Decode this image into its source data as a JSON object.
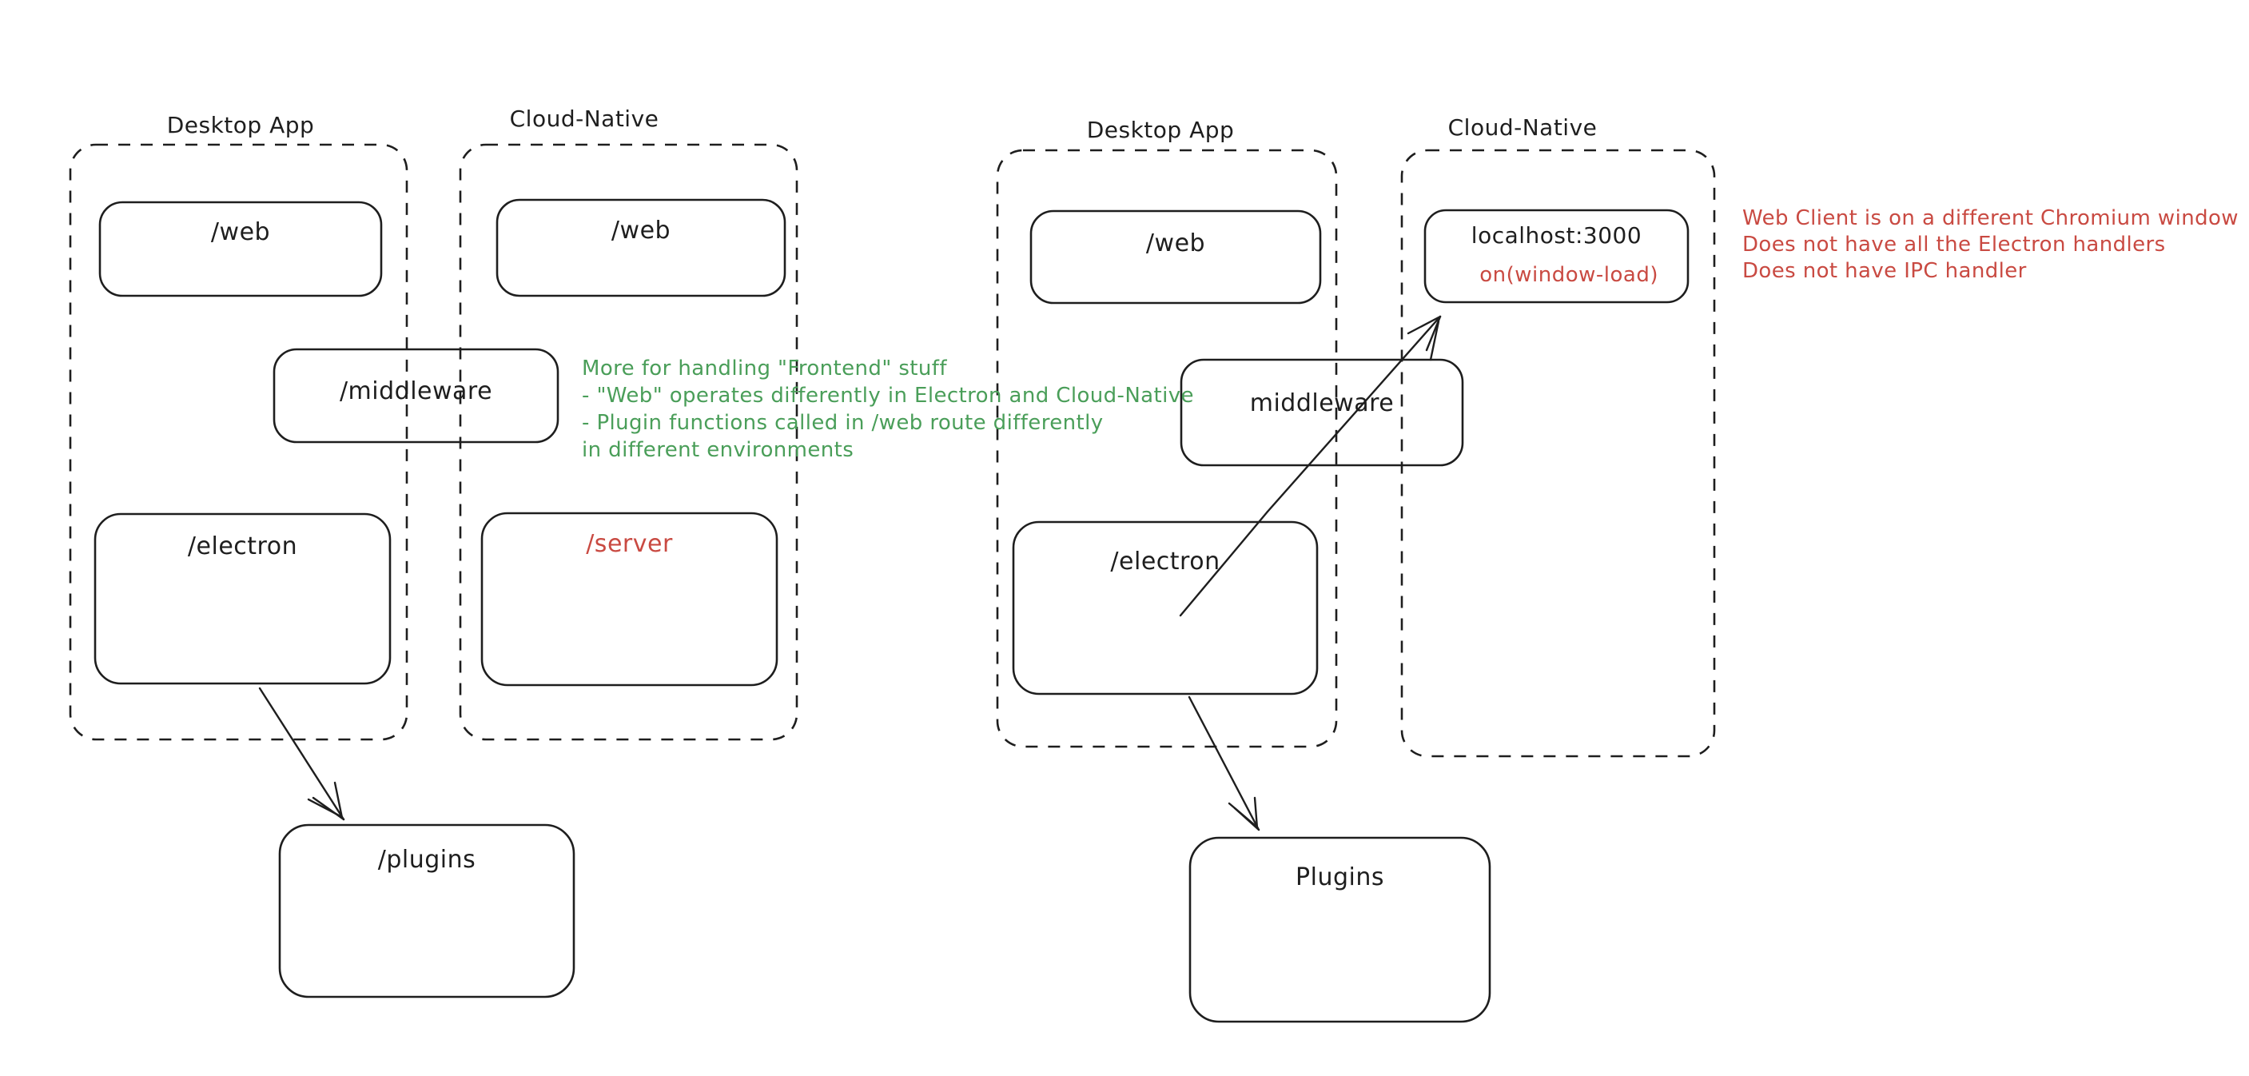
{
  "colors": {
    "stroke": "#1e1e1e",
    "green": "#4a9e59",
    "red": "#c94a42",
    "background": "#ffffff"
  },
  "left_diagram": {
    "desktop": {
      "title": "Desktop App",
      "web_label": "/web",
      "electron_label": "/electron"
    },
    "cloud": {
      "title": "Cloud-Native",
      "web_label": "/web",
      "server_label": "/server"
    },
    "middleware_label": "/middleware",
    "plugins_label": "/plugins",
    "note_green": {
      "lines": [
        "More for handling \"Frontend\" stuff",
        "- \"Web\" operates differently in Electron and Cloud-Native",
        "- Plugin functions called in /web route differently",
        "in different environments"
      ]
    }
  },
  "right_diagram": {
    "desktop": {
      "title": "Desktop App",
      "web_label": "/web",
      "electron_label": "/electron"
    },
    "cloud": {
      "title": "Cloud-Native",
      "localhost_label": "localhost:3000",
      "window_load_label": "on(window-load)"
    },
    "middleware_label": "middleware",
    "plugins_label": "Plugins",
    "note_red": {
      "lines": [
        "Web Client is on a different Chromium window",
        "Does not have all the Electron handlers",
        "Does not have IPC handler"
      ]
    }
  }
}
